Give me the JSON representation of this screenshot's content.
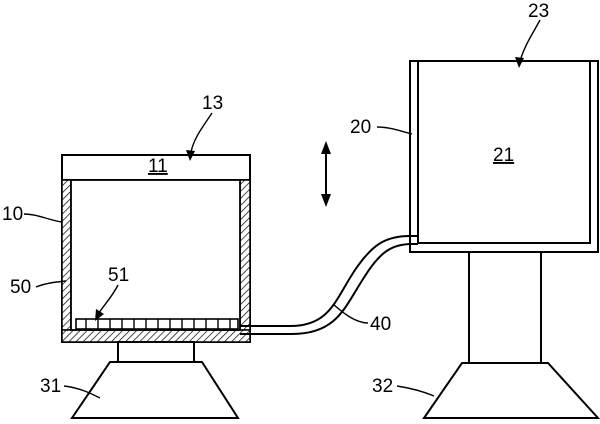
{
  "figure": {
    "labels": {
      "ref_13": "13",
      "ref_11": "11",
      "ref_10": "10",
      "ref_50": "50",
      "ref_51": "51",
      "ref_31": "31",
      "ref_40": "40",
      "ref_20": "20",
      "ref_21": "21",
      "ref_23": "23",
      "ref_32": "32"
    },
    "underlined_labels": [
      "11",
      "21"
    ],
    "colors": {
      "line": "#000000",
      "background": "#ffffff"
    }
  }
}
